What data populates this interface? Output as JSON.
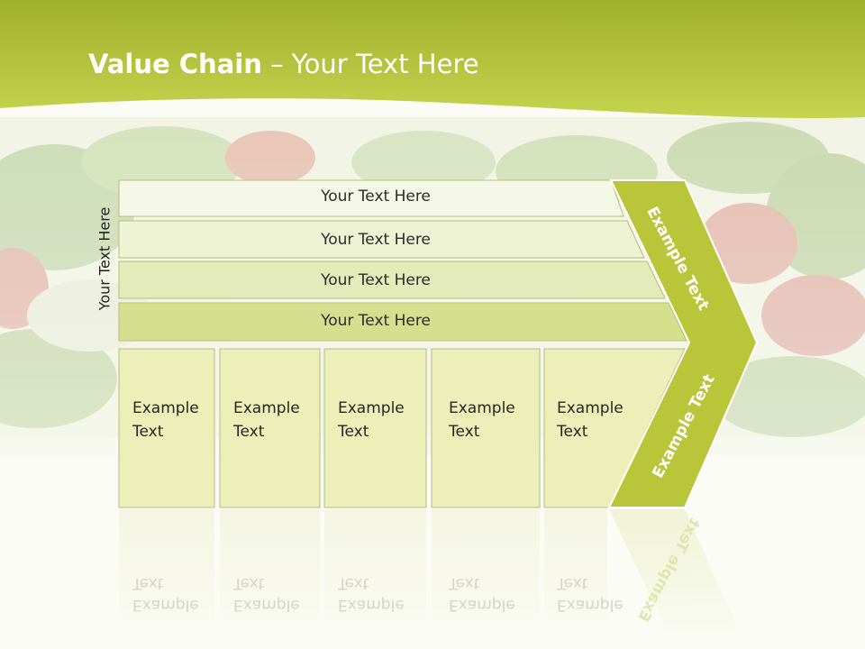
{
  "slide": {
    "title_bold": "Value Chain",
    "title_rest": " – Your Text Here"
  },
  "diagram": {
    "side_label": "Your Text Here",
    "bars": [
      {
        "label": "Your Text Here"
      },
      {
        "label": "Your Text Here"
      },
      {
        "label": "Your Text Here"
      },
      {
        "label": "Your Text Here"
      }
    ],
    "boxes": [
      {
        "line1": "Example",
        "line2": "Text"
      },
      {
        "line1": "Example",
        "line2": "Text"
      },
      {
        "line1": "Example",
        "line2": "Text"
      },
      {
        "line1": "Example",
        "line2": "Text"
      },
      {
        "line1": "Example",
        "line2": "Text"
      }
    ],
    "arrow_top_label": "Example Text",
    "arrow_bottom_label": "Example Text"
  },
  "colors": {
    "header_green": "#b4c43c",
    "arrow_green": "#b9c63a",
    "bar_fills": [
      "#f5f8e6",
      "#eef3d4",
      "#e4ebbb",
      "#d5e08e"
    ],
    "box_fill": "#ecefb7"
  }
}
